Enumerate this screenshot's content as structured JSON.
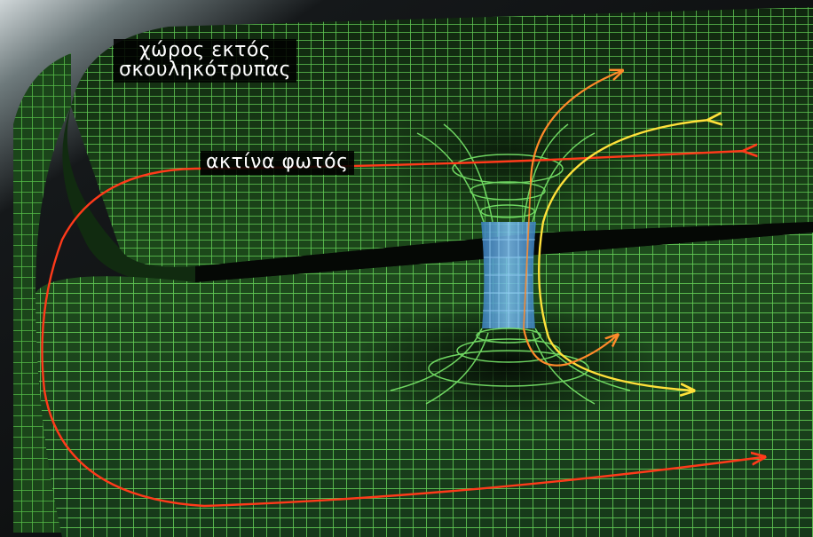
{
  "labels": {
    "outside_line1": "χώρος εκτός",
    "outside_line2": "σκουληκότρυπας",
    "light_ray": "ακτίνα φωτός"
  },
  "colors": {
    "grid": "#5fe05a",
    "grid_dark": "#1c4a1c",
    "throat": "#4aa0e0",
    "light_ray_red": "#ff3a1a",
    "light_ray_orange": "#ff8a2a",
    "light_ray_yellow": "#ffe03a",
    "background": "#0b0d0b",
    "label_bg": "#000000",
    "label_text": "#ffffff"
  }
}
